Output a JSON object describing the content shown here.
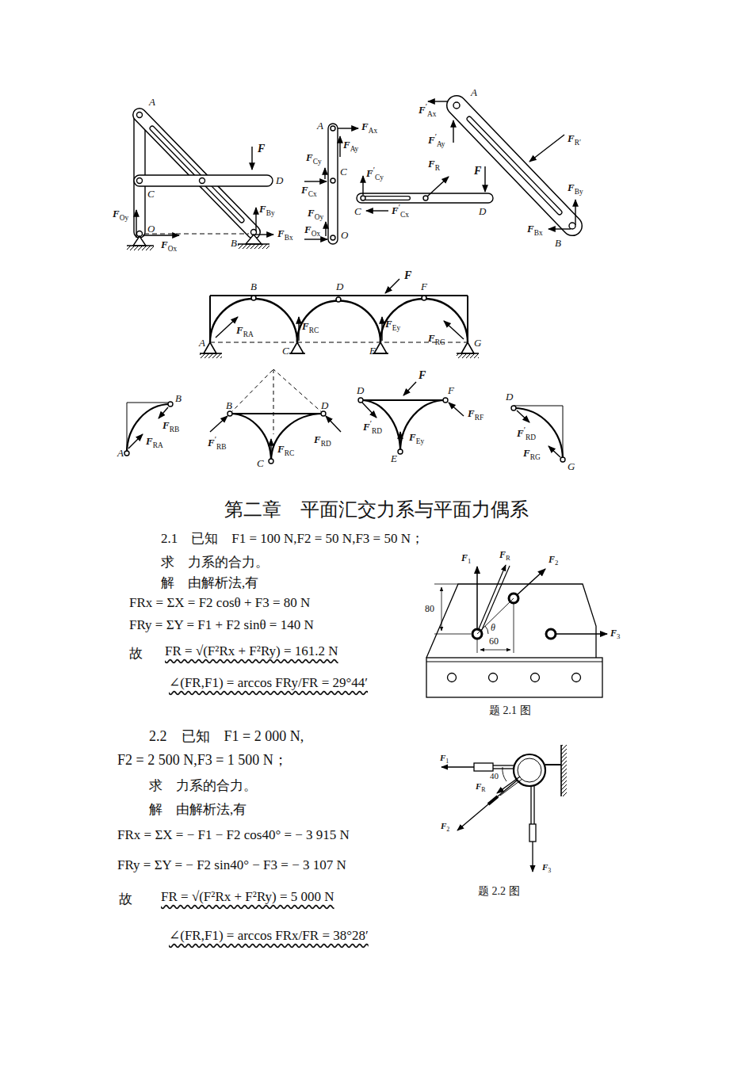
{
  "diagram": {
    "title": "第二章　平面汇交力系与平面力偶系",
    "labels": [
      "A",
      "F",
      "D",
      "C",
      "FOy",
      "O",
      "FBy",
      "FOx",
      "B",
      "FBx",
      "A",
      "FAx",
      "FAy",
      "FCy",
      "C",
      "FCx",
      "FOy",
      "FOx",
      "O",
      "F′Cy",
      "C",
      "F′Cx",
      "FR",
      "F",
      "D",
      "F′Ax",
      "A",
      "F′Ay",
      "FR′",
      "FBy",
      "FBx",
      "B",
      "B",
      "D",
      "F",
      "F",
      "FRA",
      "FRC",
      "FEy",
      "FRG",
      "A",
      "C",
      "E",
      "G",
      "B",
      "FRB",
      "FRA",
      "A",
      "B",
      "D",
      "F′RB",
      "FRC",
      "FRD",
      "C",
      "D",
      "F",
      "F",
      "FRF",
      "F′RD",
      "FEy",
      "E",
      "D",
      "F′RD",
      "FRG",
      "G",
      "2.1　已知　F1 = 100 N,F2 = 50 N,F3 = 50 N；",
      "求　力系的合力。",
      "解　由解析法,有",
      "FRx = ΣX = F2 cosθ + F3 = 80 N",
      "FRy = ΣY = F1 + F2 sinθ = 140 N",
      "故",
      "FR = √(F²Rx + F²Ry) = 161.2 N",
      "∠(FR,F1) = arccos FRy/FR = 29°44′",
      "F1",
      "FR",
      "F2",
      "80",
      "θ",
      "60",
      "F3",
      "题 2.1 图",
      "2.2　已知　F1 = 2 000 N,",
      "F2 = 2 500 N,F3 = 1 500 N；",
      "求　力系的合力。",
      "解　由解析法,有",
      "FRx = ΣX = − F1 − F2 cos40° = − 3 915 N",
      "FRy = ΣY = − F2 sin40° − F3 = − 3 107 N",
      "故",
      "FR = √(F²Rx + F²Ry) = 5 000 N",
      "∠(FR,F1) = arccos FRx/FR = 38°28′",
      "F1",
      "40",
      "FR",
      "F2",
      "F3",
      "题 2.2 图"
    ]
  }
}
